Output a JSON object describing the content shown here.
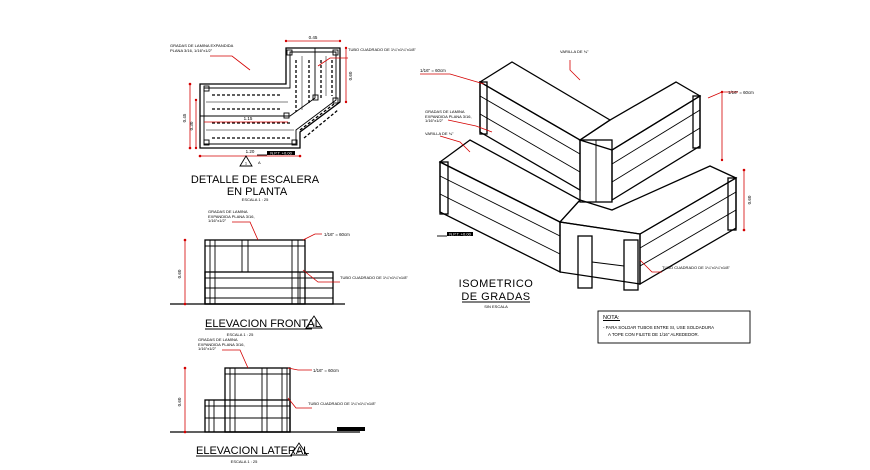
{
  "plan": {
    "title_line1": "DETALLE DE ESCALERA",
    "title_line2": "EN PLANTA",
    "scale": "ESCALA 1 : 25",
    "section_marker": "1",
    "section_marker_sub": "A",
    "note_grade": "GRADAS DE LAMINA EXPANDIDA PLANA 3/16, 1/16\"x1/2\"",
    "note_tube": "TUBO CUADRADO DE 1¼\"x1¼\"x1/8\"",
    "dim_total_width": "1.20",
    "dim_inner_width": "1.15",
    "dim_left_height": "0.45",
    "dim_left_inner": "0.30",
    "dim_top": "0.45",
    "dim_right": "0.60",
    "level_tag": "N.P.T. +0.00"
  },
  "frontal": {
    "title": "ELEVACION FRONTAL",
    "marker": "1",
    "scale": "ESCALA 1 : 25",
    "note_grade": "GRADAS DE LAMINA EXPANDIDA PLANA 3/16, 1/16\"x1/2\"",
    "note_weld": "1/16\" = 60cm",
    "note_tube": "TUBO CUADRADO DE 1¼\"x1¼\"x1/8\"",
    "dim_height": "0.60"
  },
  "lateral": {
    "title": "ELEVACION LATERAL",
    "marker": "2",
    "scale": "ESCALA 1 : 25",
    "note_grade": "GRADAS DE LAMINA EXPANDIDA PLANA 3/16, 1/16\"x1/2\"",
    "note_weld": "1/16\" = 60cm",
    "note_tube": "TUBO CUADRADO DE 1¼\"x1¼\"x1/8\"",
    "dim_height": "0.60"
  },
  "iso": {
    "title_line1": "ISOMETRICO",
    "title_line2": "DE GRADAS",
    "scale": "SIN ESCALA",
    "note_weld": "1/16\" = 60cm",
    "note_weld_right": "1/16\" = 60cm",
    "note_varilla_top": "VARILLA DE ¾\"",
    "note_grade": "GRADAS DE LAMINA EXPANDIDA PLANA 3/16, 1/16\"x1/2\"",
    "note_varilla_left": "VARILLA DE ¾\"",
    "note_tube": "TUBO CUADRADO DE 1¼\"x1¼\"x1/8\"",
    "dim_height": "0.60",
    "level_tag": "N.P.T. +0.00"
  },
  "nota": {
    "heading": "NOTA:",
    "line1": "- PARA SOLDAR TUBOS ENTRE SI, USE SOLDADURA",
    "line2": "A TOPE CON FILETE DE 1/16\" ALREDEDOR."
  }
}
